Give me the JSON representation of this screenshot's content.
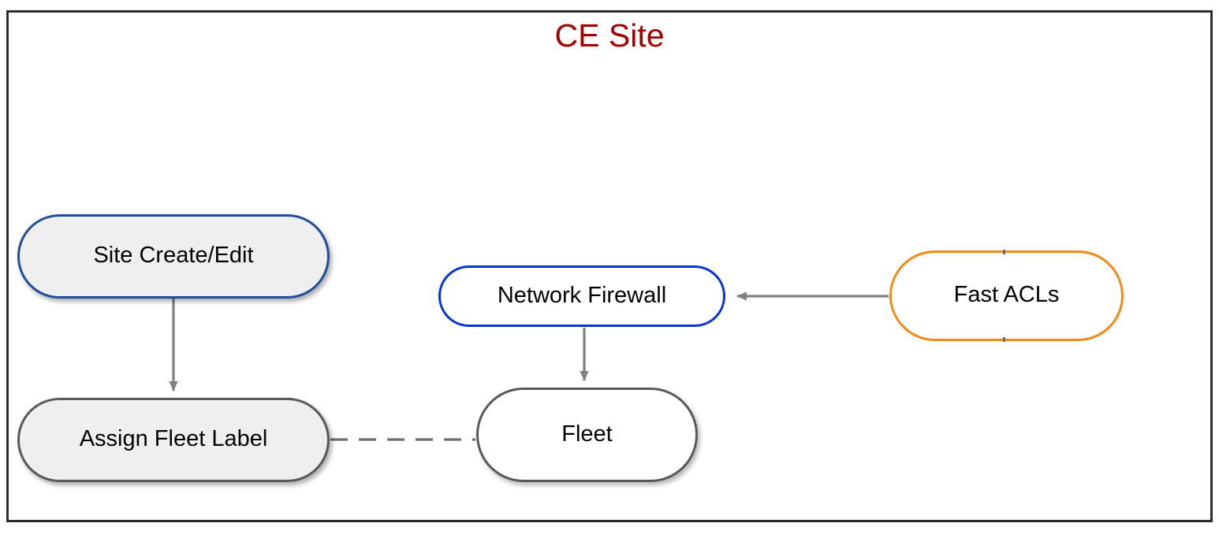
{
  "diagram": {
    "title": "CE Site",
    "title_color": "#a50000",
    "frame_border_color": "#2b2b2b",
    "background": "#ffffff",
    "nodes": [
      {
        "id": "site-create-edit",
        "label": "Site Create/Edit",
        "shape": "rounded-rectangle",
        "border_color": "#1f4e9c",
        "fill_color": "#efefef",
        "shadow": true
      },
      {
        "id": "assign-fleet-label",
        "label": "Assign Fleet Label",
        "shape": "rounded-rectangle",
        "border_color": "#595959",
        "fill_color": "#efefef",
        "shadow": true
      },
      {
        "id": "network-firewall",
        "label": "Network Firewall",
        "shape": "rounded-rectangle",
        "border_color": "#0433d8",
        "fill_color": "#ffffff",
        "shadow": false
      },
      {
        "id": "fleet",
        "label": "Fleet",
        "shape": "rounded-rectangle",
        "border_color": "#595959",
        "fill_color": "#ffffff",
        "shadow": true
      },
      {
        "id": "fast-acls",
        "label": "Fast ACLs",
        "shape": "rounded-rectangle",
        "border_color": "#f28b16",
        "fill_color": "#ffffff",
        "shadow": false
      }
    ],
    "edges": [
      {
        "id": "site-create-edit-to-assign-fleet-label",
        "from": "site-create-edit",
        "to": "assign-fleet-label",
        "style": "solid",
        "arrow": "end",
        "color": "#808080"
      },
      {
        "id": "assign-fleet-label-to-fleet",
        "from": "assign-fleet-label",
        "to": "fleet",
        "style": "dashed",
        "arrow": "none",
        "color": "#6e6e6e"
      },
      {
        "id": "network-firewall-to-fleet",
        "from": "network-firewall",
        "to": "fleet",
        "style": "solid",
        "arrow": "end",
        "color": "#808080"
      },
      {
        "id": "fast-acls-to-network-firewall",
        "from": "fast-acls",
        "to": "network-firewall",
        "style": "solid",
        "arrow": "end",
        "color": "#808080"
      }
    ]
  }
}
